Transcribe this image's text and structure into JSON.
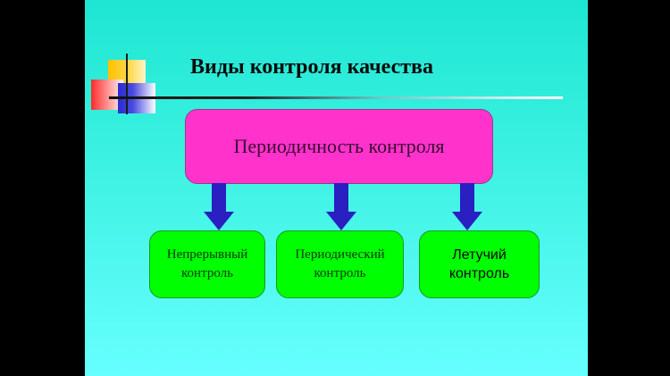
{
  "slide": {
    "title": "Виды контроля качества",
    "main_box": {
      "label": "Периодичность контроля",
      "color": "#ff33cc"
    },
    "children": [
      {
        "line1": "Непрерывный",
        "line2": "контроль",
        "color": "#00ff00"
      },
      {
        "line1": "Периодический",
        "line2": "контроль",
        "color": "#00ff00"
      },
      {
        "line1": "Летучий",
        "line2": "контроль",
        "color": "#00ff00"
      }
    ],
    "arrow_color": "#2a1fc0",
    "decor_icons": [
      "yellow-square",
      "red-square",
      "blue-square",
      "crosshair-lines"
    ]
  }
}
